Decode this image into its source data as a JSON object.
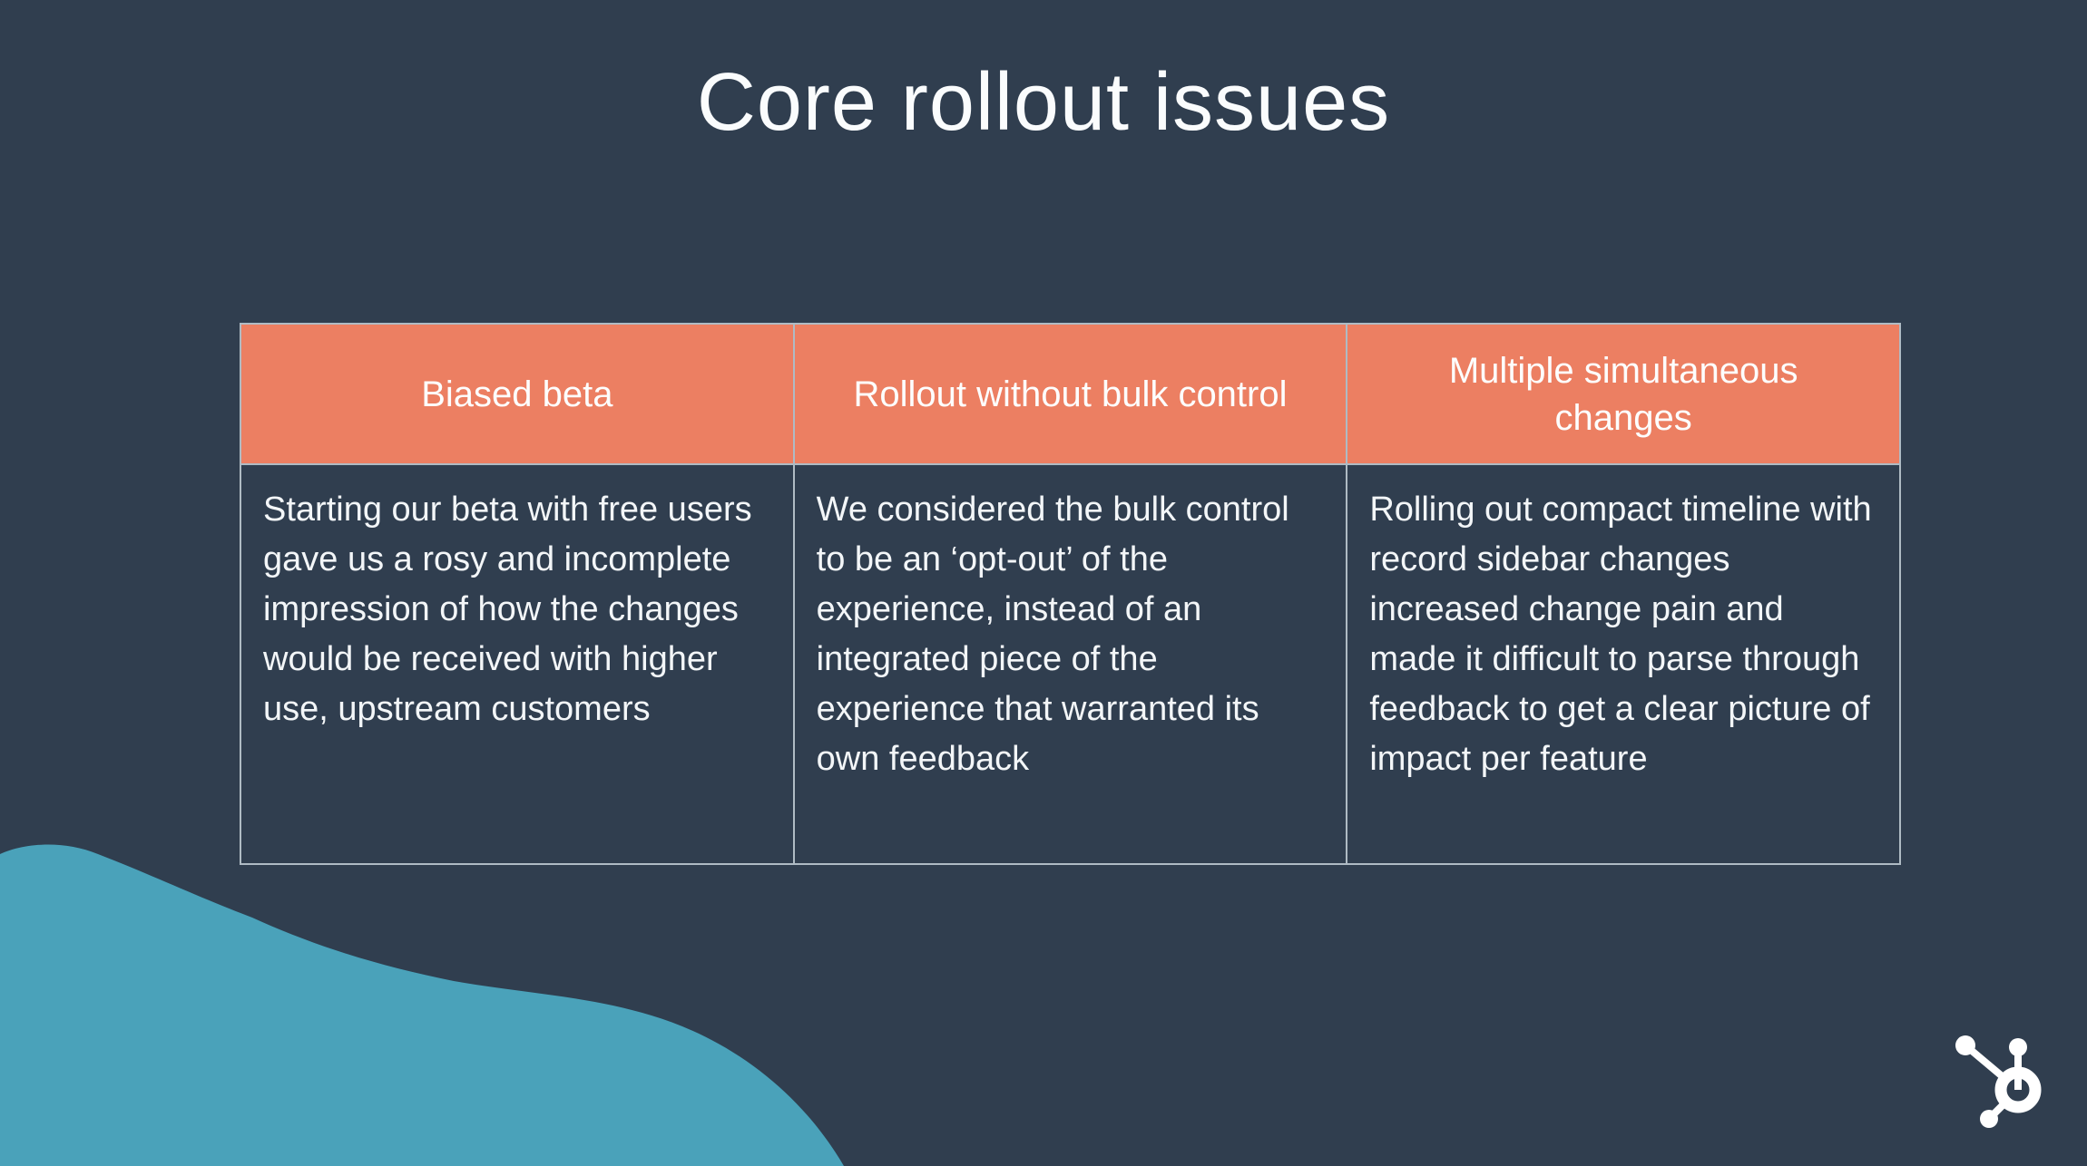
{
  "slide": {
    "title": "Core rollout issues",
    "table": {
      "columns": [
        {
          "header": "Biased beta",
          "body": "Starting our beta with free users gave us a rosy and incomplete impression of how the changes would be received with higher use, upstream customers"
        },
        {
          "header": "Rollout without bulk control",
          "body": "We considered the bulk control to be an ‘opt-out’ of the experience, instead of an integrated piece of the experience that warranted its own feedback"
        },
        {
          "header": "Multiple simultaneous changes",
          "body": "Rolling out compact timeline with record sidebar changes increased change pain and made it difficult to parse through feedback to get a clear picture of impact per feature"
        }
      ]
    },
    "colors": {
      "background": "#303E4F",
      "header_fill": "#EC7F62",
      "accent_blob": "#4AA2BA",
      "table_border": "#AFBBC4",
      "text": "#FFFFFF"
    },
    "logo": "hubspot-sprocket"
  }
}
